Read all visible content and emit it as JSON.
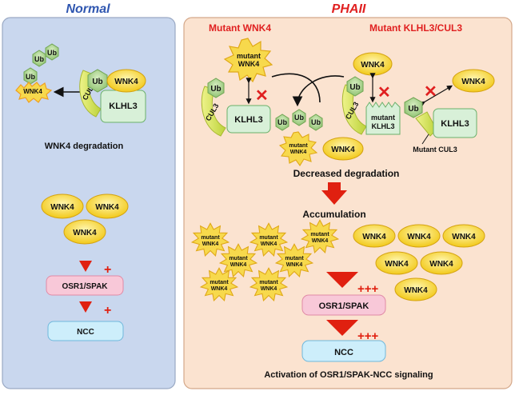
{
  "normal": {
    "heading": "Normal",
    "ub_labels": [
      "Ub",
      "Ub",
      "Ub"
    ],
    "ub_complex": "Ub",
    "wnk4_label": "WNK4",
    "cul3_label": "CUL3",
    "klhl3_label": "KLHL3",
    "degraded_label": "WNK4",
    "degradation_caption": "WNK4 degradation",
    "wnk4_group": [
      "WNK4",
      "WNK4",
      "WNK4"
    ],
    "osr1_label": "OSR1/SPAK",
    "ncc_label": "NCC",
    "plus_osr": "+",
    "plus_ncc": "+"
  },
  "phaii": {
    "heading": "PHAII",
    "mutant_wnk4_title": "Mutant WNK4",
    "mutant_klhl3_title": "Mutant KLHL3/CUL3",
    "mutant_wnk4_label": [
      "mutant",
      "WNK4"
    ],
    "ub_label": "Ub",
    "cul3_label": "CUL3",
    "klhl3_label": "KLHL3",
    "free_ub": [
      "Ub",
      "Ub",
      "Ub"
    ],
    "accum_mutant_label": [
      "mutant",
      "WNK4"
    ],
    "accum_wnk4_label": "WNK4",
    "decreased_caption": "Decreased degradation",
    "wnk4_top": "WNK4",
    "mutant_klhl3_label": [
      "mutant",
      "KLHL3"
    ],
    "wnk4_right": "WNK4",
    "ub_right": "Ub",
    "klhl3_right": "KLHL3",
    "mutant_cul3_label": "Mutant CUL3",
    "accumulation_caption": "Accumulation",
    "mutant_stars": [
      [
        "mutant",
        "WNK4"
      ],
      [
        "mutant",
        "WNK4"
      ],
      [
        "mutant",
        "WNK4"
      ],
      [
        "mutant",
        "WNK4"
      ],
      [
        "mutant",
        "WNK4"
      ],
      [
        "mutant",
        "WNK4"
      ],
      [
        "mutant",
        "WNK4"
      ]
    ],
    "wnk4_cluster": [
      "WNK4",
      "WNK4",
      "WNK4",
      "WNK4",
      "WNK4",
      "WNK4"
    ],
    "osr1_label": "OSR1/SPAK",
    "ncc_label": "NCC",
    "plus_osr": "+++",
    "plus_ncc": "+++",
    "activation_caption": "Activation of OSR1/SPAK-NCC signaling"
  },
  "colors": {
    "normal_panel": "#c9d7ee",
    "phaii_panel": "#fbe3d0",
    "normal_heading": "#2f56b0",
    "phaii_heading": "#e02020",
    "ub_hex": "#a9d18e",
    "wnk4_fill": "#f7d94c",
    "cul3_fill": "#d4e157",
    "klhl3_fill": "#d8f0d8",
    "osr1_fill": "#f8c8d8",
    "ncc_fill": "#cdeefb",
    "arrow_red": "#e02010"
  }
}
